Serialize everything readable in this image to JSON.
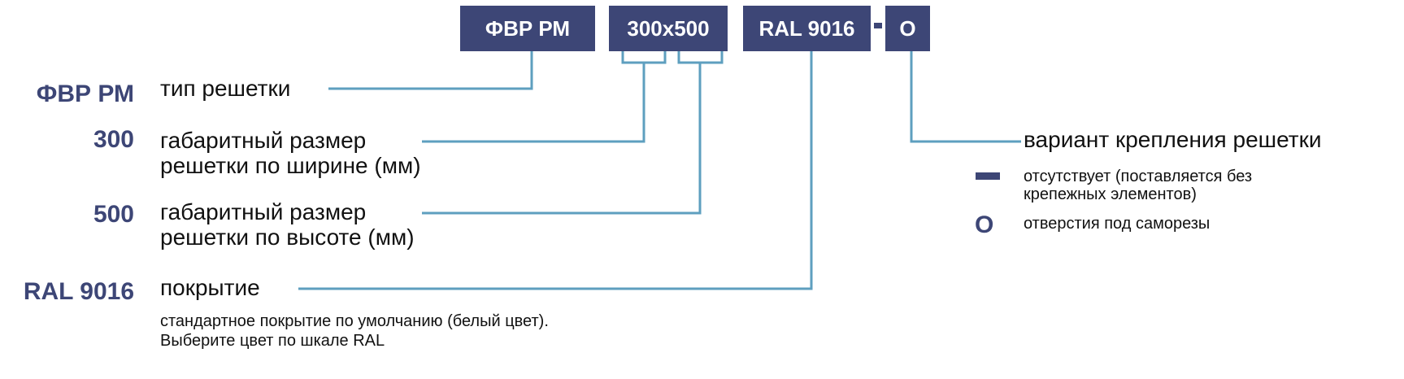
{
  "header": {
    "type_code": "ФВР РМ",
    "size_code": "300x500",
    "ral_code": "RAL 9016",
    "separator": "-",
    "mount_code": "О"
  },
  "rows": [
    {
      "code": "ФВР РМ",
      "label_line1": "тип решетки"
    },
    {
      "code": "300",
      "label_line1": "габаритный размер",
      "label_line2": "решетки по ширине (мм)"
    },
    {
      "code": "500",
      "label_line1": "габаритный размер",
      "label_line2": "решетки по высоте (мм)"
    },
    {
      "code": "RAL 9016",
      "label_line1": "покрытие",
      "note_line1": "стандартное покрытие по умолчанию (белый цвет).",
      "note_line2": "Выберите цвет по шкале RAL"
    }
  ],
  "mounting": {
    "title": "вариант крепления решетки",
    "options": [
      {
        "mark": "dash",
        "line1": "отсутствует (поставляется без",
        "line2": "крепежных элементов)"
      },
      {
        "mark": "О",
        "line1": "отверстия под саморезы"
      }
    ]
  },
  "colors": {
    "accent": "#3d4676",
    "connector": "#5e9fbf",
    "text": "#111111"
  }
}
